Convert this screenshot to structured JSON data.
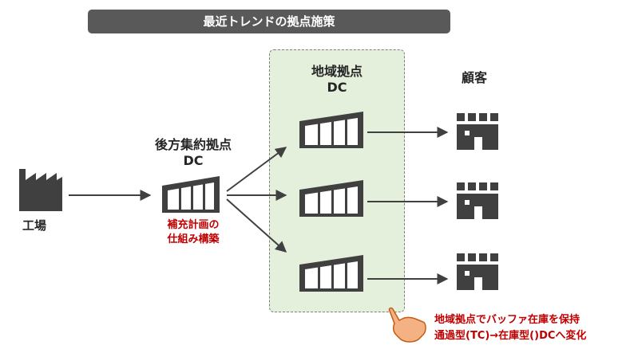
{
  "title": "最近トレンドの拠点施策",
  "factory": {
    "label": "工場"
  },
  "consolidation_hub": {
    "label_line1": "後方集約拠点",
    "label_line2": "DC",
    "note_line1": "補充計画の",
    "note_line2": "仕組み構築"
  },
  "regional_hub": {
    "label_line1": "地域拠点",
    "label_line2": "DC"
  },
  "customers": {
    "label": "顧客"
  },
  "callout": {
    "line1": "地域拠点でバッファ在庫を保持",
    "line2": "通過型(TC)→在庫型()DCへ変化"
  },
  "colors": {
    "title_bg": "#595959",
    "icon": "#404040",
    "region_bg": "#e4efdc",
    "accent_red": "#c00000",
    "hand": "#f4b183"
  },
  "icons": [
    "factory-icon",
    "warehouse-icon",
    "store-icon",
    "pointing-hand-icon"
  ]
}
